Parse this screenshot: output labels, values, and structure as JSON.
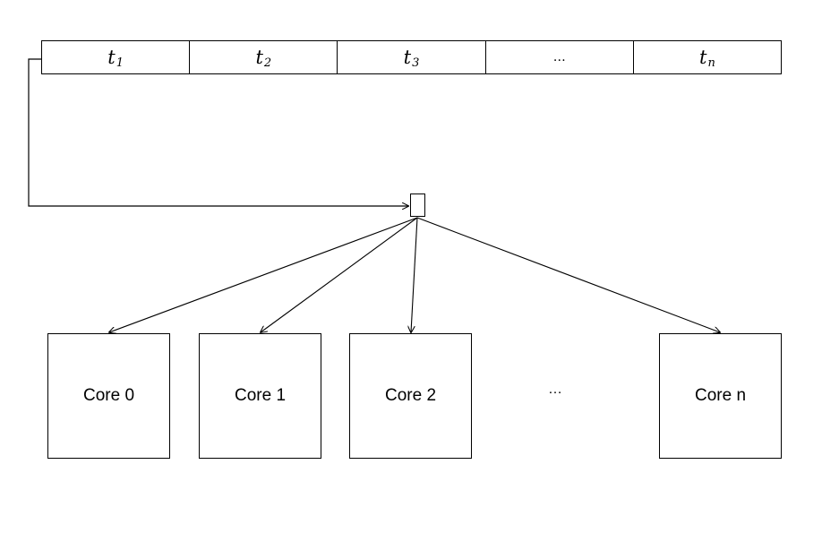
{
  "queue": {
    "cells": [
      {
        "base": "t",
        "sub": "1"
      },
      {
        "base": "t",
        "sub": "2"
      },
      {
        "base": "t",
        "sub": "3"
      },
      {
        "text": "…"
      },
      {
        "base": "t",
        "sub": "n"
      }
    ]
  },
  "cores": {
    "items": [
      "Core 0",
      "Core 1",
      "Core 2",
      "Core n"
    ],
    "ellipsis": "…"
  }
}
